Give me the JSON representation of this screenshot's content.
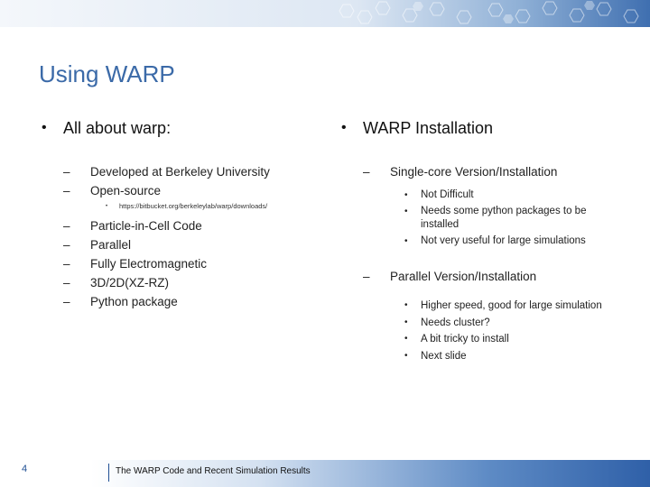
{
  "slide": {
    "title": "Using WARP",
    "page_number": "4",
    "footer_text": "The WARP Code and Recent Simulation Results"
  },
  "left": {
    "heading": "All about warp:",
    "items": [
      {
        "text": "Developed at Berkeley University"
      },
      {
        "text": "Open-source"
      },
      {
        "text": "https://bitbucket.org/berkeleylab/warp/downloads/"
      },
      {
        "text": "Particle-in-Cell Code"
      },
      {
        "text": "Parallel"
      },
      {
        "text": "Fully Electromagnetic"
      },
      {
        "text": "3D/2D(XZ-RZ)"
      },
      {
        "text": "Python package"
      }
    ]
  },
  "right": {
    "heading": "WARP Installation",
    "single_core": {
      "label": "Single-core Version/Installation",
      "bullets": [
        "Not Difficult",
        "Needs some python packages to be installed",
        "Not very useful for large simulations"
      ]
    },
    "parallel": {
      "label": "Parallel Version/Installation",
      "bullets": [
        "Higher speed, good for large simulation",
        "Needs cluster?",
        "A bit tricky to install",
        "Next slide"
      ]
    }
  },
  "glyphs": {
    "bullet": "•",
    "dash": "–"
  },
  "colors": {
    "title": "#3b6aa8",
    "accent": "#2f60a8"
  }
}
